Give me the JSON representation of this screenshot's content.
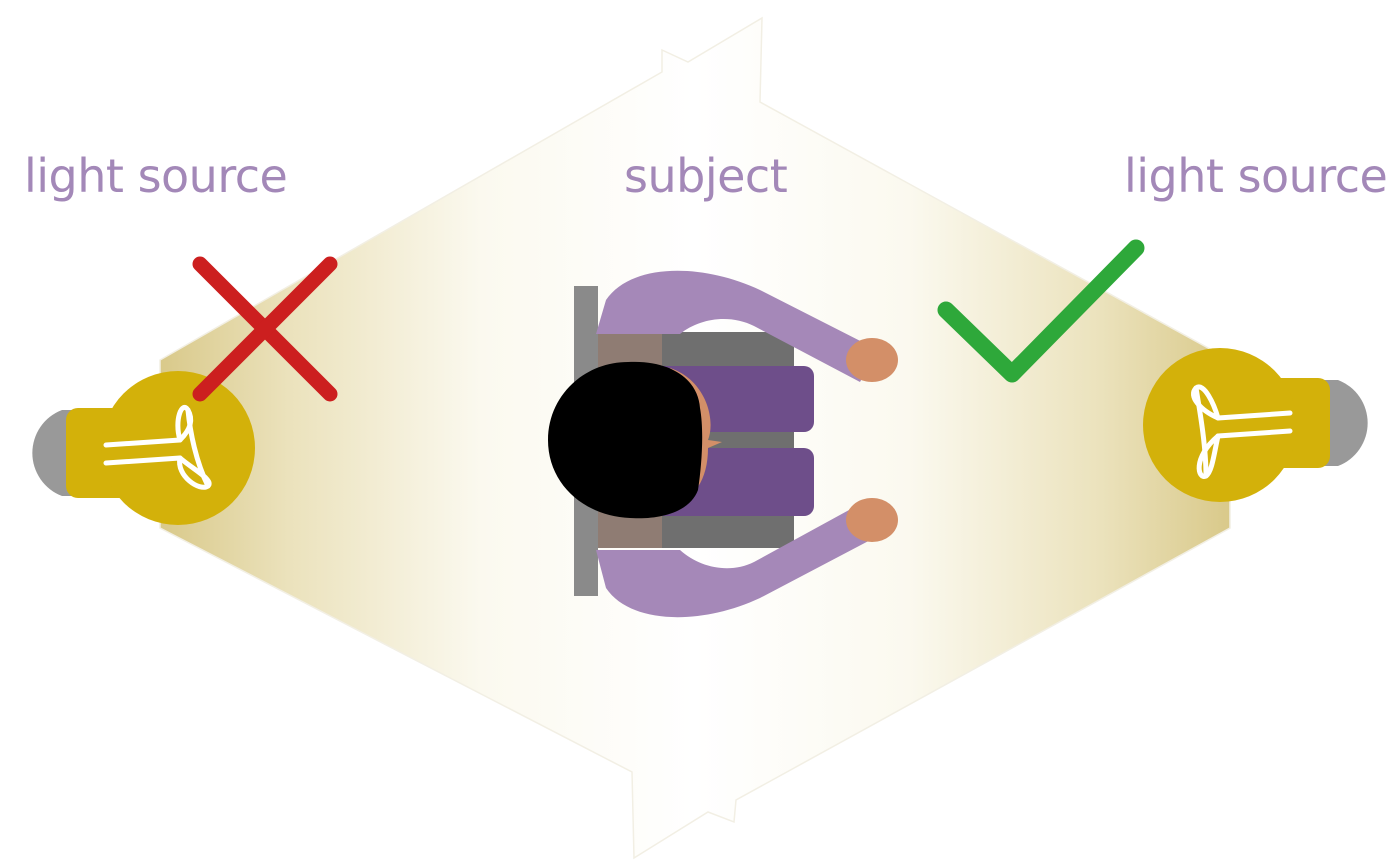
{
  "labels": {
    "left_light": "light source",
    "subject": "subject",
    "right_light": "light source"
  },
  "colors": {
    "label": "#a388b8",
    "bulb": "#d3b10a",
    "bulb_base": "#999999",
    "light_beam": "#e3d6a0",
    "cross_mark": "#cc1f1f",
    "check_mark": "#2ea83a",
    "arms": "#a588b8",
    "body": "#6e4e8a",
    "chair": "#6f6f6f",
    "chair_back": "#8a8a8a",
    "skin": "#d38f68",
    "hair": "#000000"
  },
  "icons": {
    "left_status": "cross-icon",
    "right_status": "check-icon",
    "light": "light-bulb-icon"
  }
}
